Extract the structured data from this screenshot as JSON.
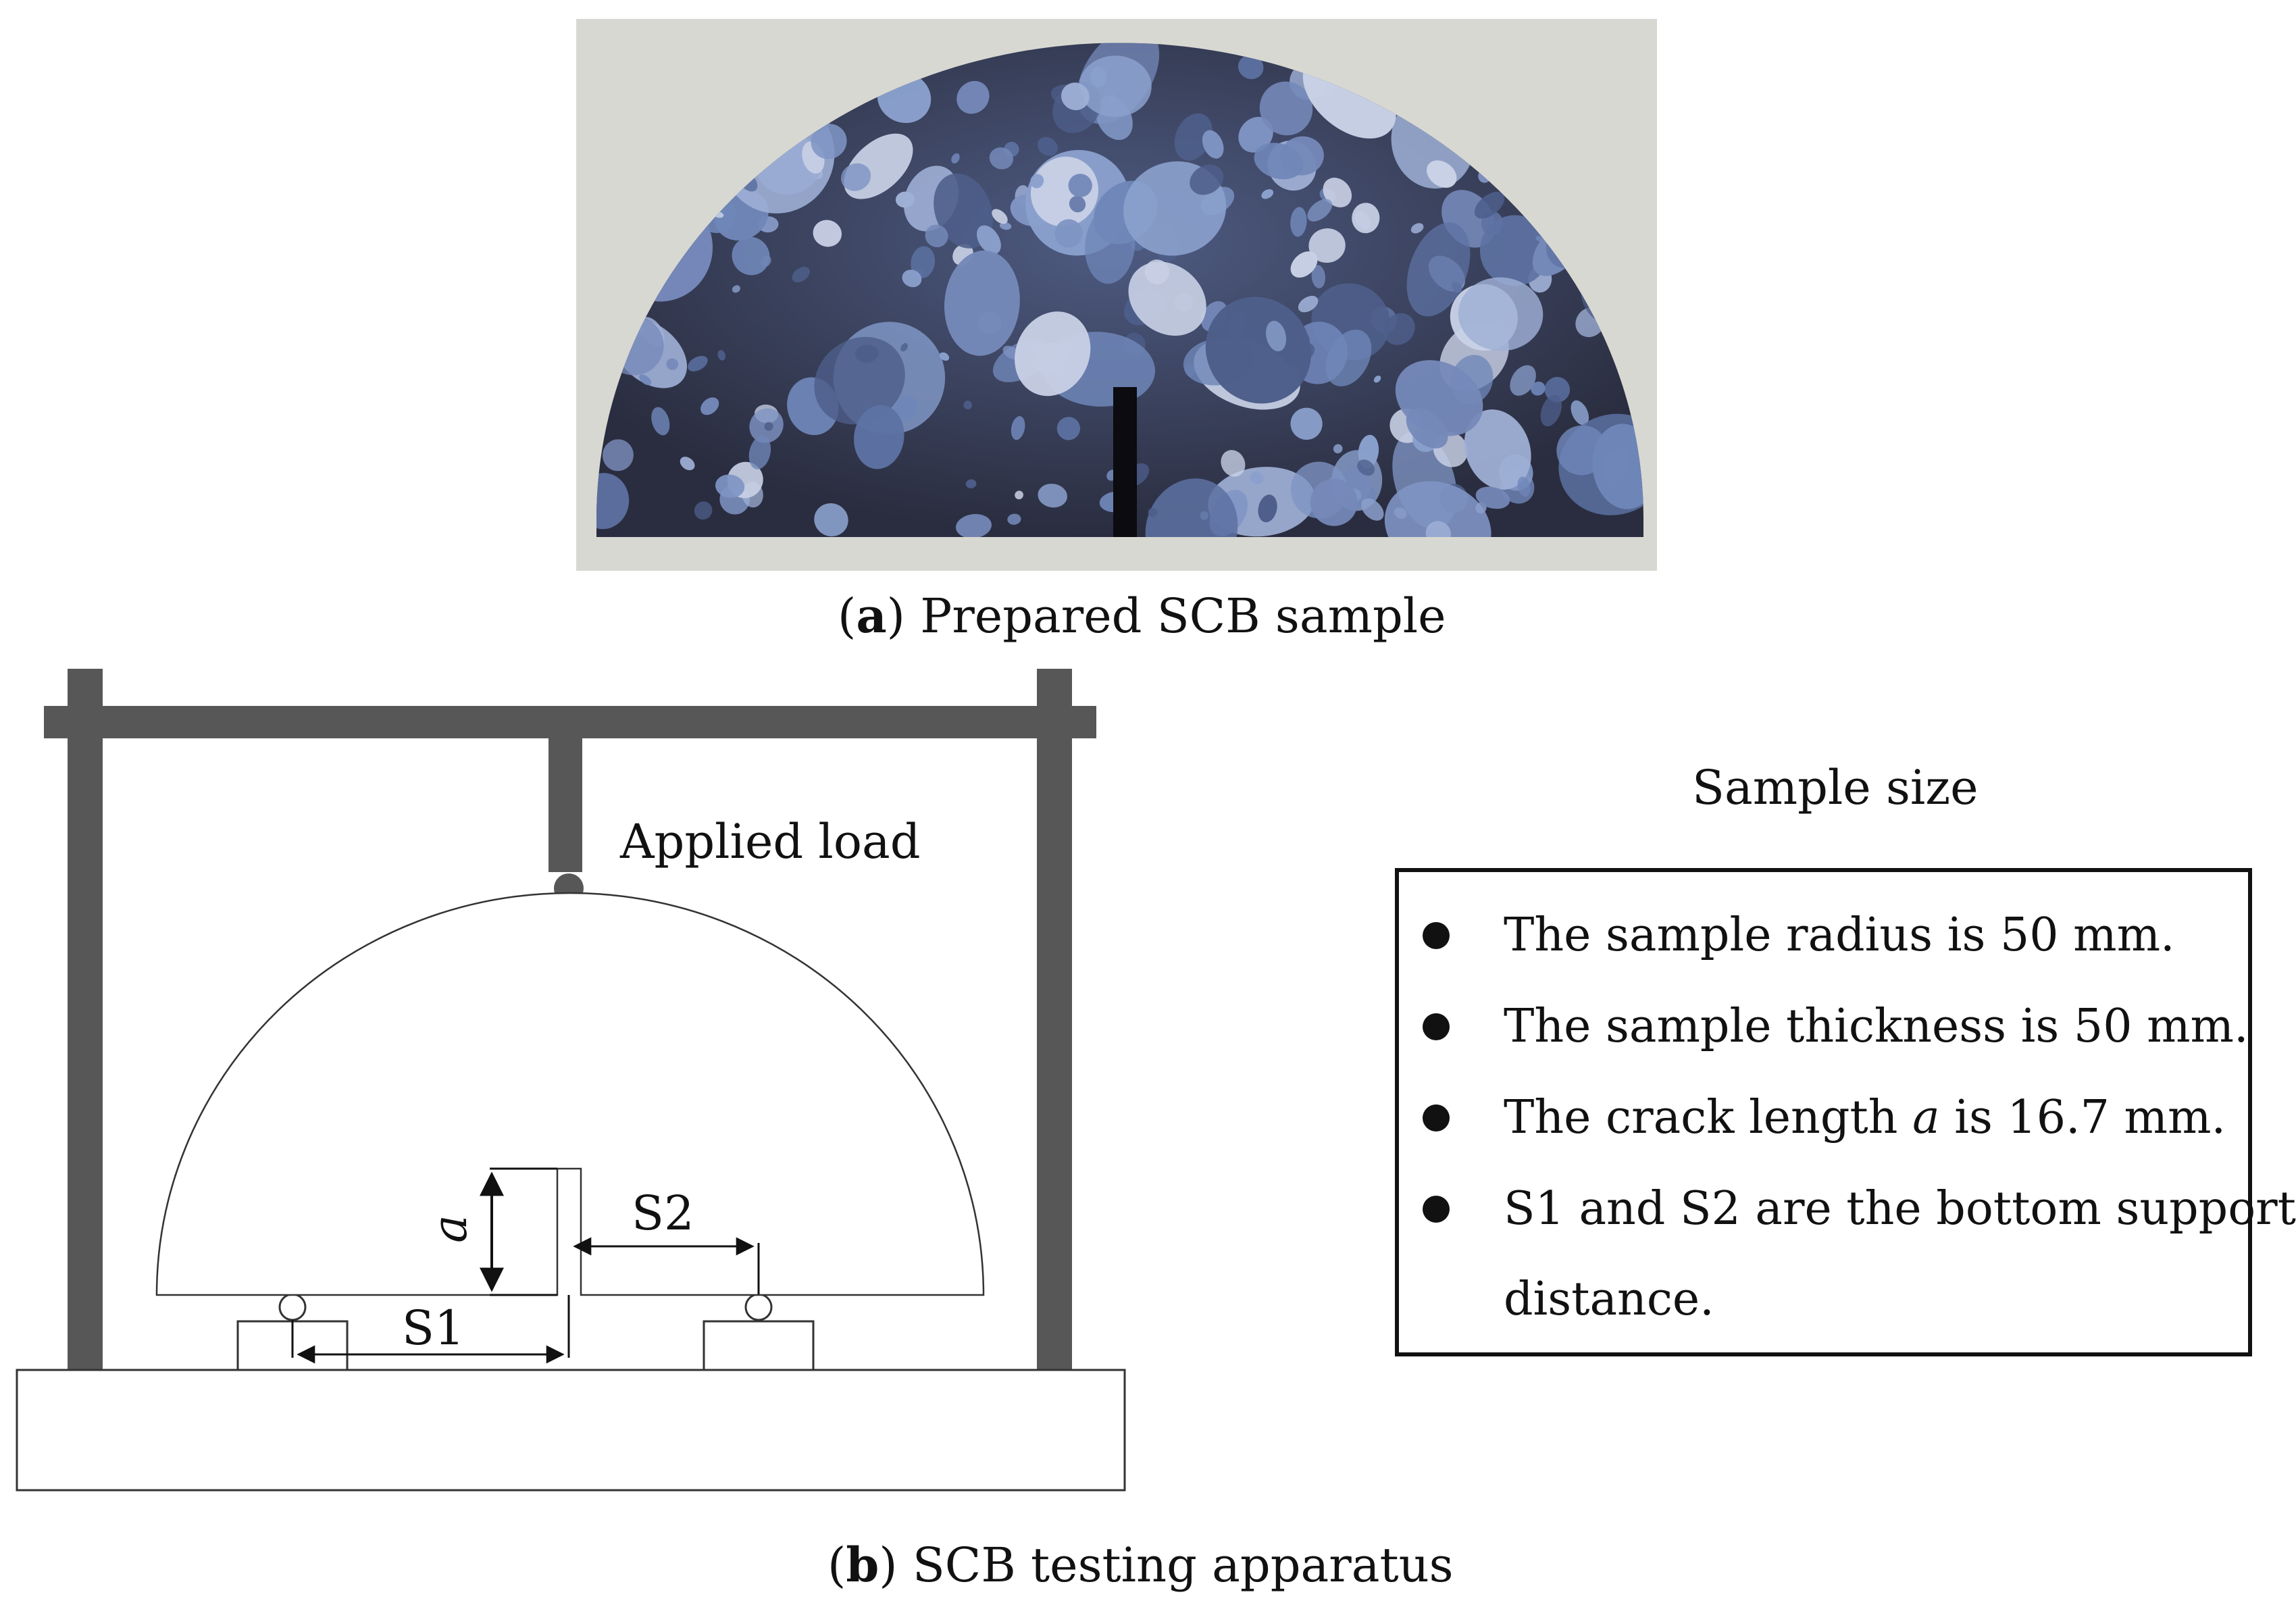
{
  "photo": {
    "alt": "Prepared SCB sample photo"
  },
  "caption_a": {
    "letter": "a",
    "text": "Prepared SCB sample"
  },
  "caption_b": {
    "letter": "b",
    "text": "SCB testing apparatus"
  },
  "diagram": {
    "applied_load": "Applied load",
    "crack_symbol": "a",
    "s1": "S1",
    "s2": "S2"
  },
  "sample_size": {
    "heading": "Sample size",
    "items": [
      "The sample radius is 50 mm.",
      "The sample thickness is 50 mm.",
      "The crack length a is 16.7 mm.",
      "S1 and S2 are the bottom support distance."
    ],
    "item3_parts": [
      "The crack length ",
      "a",
      " is 16.7 mm."
    ],
    "item4_lines": [
      "S1 and S2 are the bottom support",
      "distance."
    ]
  },
  "colors": {
    "frame": "#575757",
    "line": "#1a1a1a",
    "aggregate": "#6f86b8",
    "matrix": "#3c3f55",
    "background_photo": "#d8d8d2"
  }
}
